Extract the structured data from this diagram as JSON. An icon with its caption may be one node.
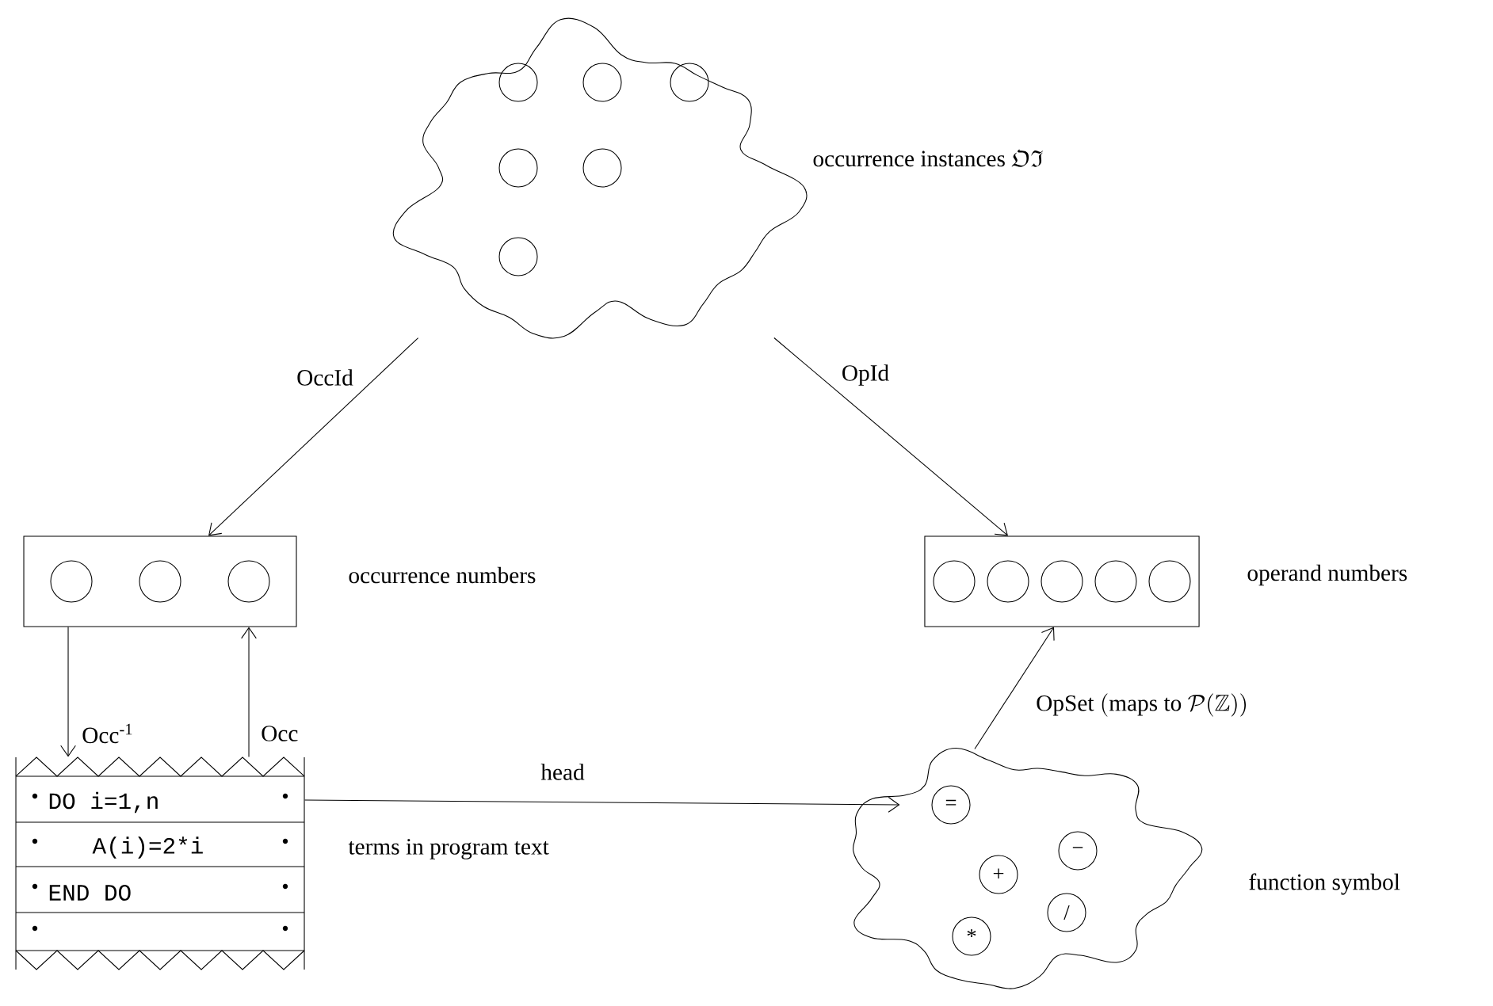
{
  "diagram": {
    "nodes": [
      {
        "text": [],
        "shape": "cloud",
        "beside": [
          "\\text{occurrence instances }\\mathfrak{OI}"
        ]
      },
      {
        "text": [],
        "shape": "box",
        "beside": [
          "occurrence numbers"
        ]
      },
      {
        "text": [],
        "shape": "box",
        "beside": [
          "operand numbers"
        ]
      },
      {
        "text": [
          "DO i=1,n",
          "A(i)=2*i",
          "END DO"
        ],
        "beside": [
          "terms in program text"
        ]
      },
      {
        "text": [
          "=",
          "+",
          "−",
          "/",
          "*"
        ],
        "beside": [
          "function symbol"
        ]
      }
    ],
    "edges": [
      {
        "from": 0,
        "to": 1,
        "arrow": "to",
        "label": "OccId"
      },
      {
        "from": 0,
        "to": 2,
        "arrow": "to",
        "label": "OpId"
      },
      {
        "from": 1,
        "to": 3,
        "arrow": "to",
        "label": "Occ$^{-1}$"
      },
      {
        "from": 3,
        "to": 1,
        "arrow": "to",
        "label": "Occ"
      },
      {
        "from": 3,
        "to": 4,
        "arrow": "to",
        "label": "head"
      },
      {
        "from": 4,
        "to": 2,
        "arrow": "to",
        "label": "\\mathrm{OpSet}\\ (\\mathrm{maps\\ to}\\ \\mathcal{P}(\\mathbb{Z}))"
      }
    ]
  }
}
